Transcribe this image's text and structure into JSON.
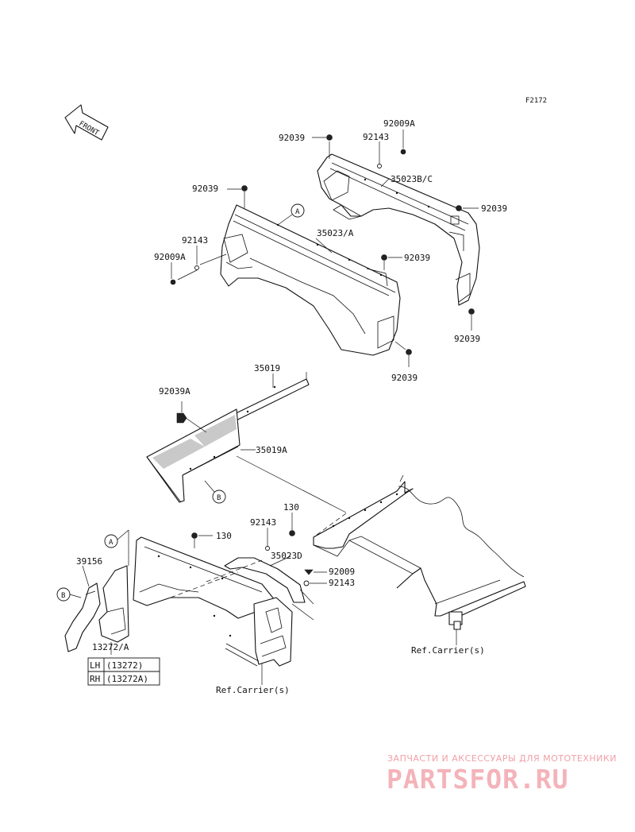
{
  "figure_code": "F2172",
  "front_label": "FRONT",
  "part_labels": {
    "p92039_top_right": "92039",
    "p92009A_top": "92009A",
    "p92143_top": "92143",
    "p35023BC": "35023B/C",
    "p92039_left": "92039",
    "p92039_right_mid": "92039",
    "p35023A": "35023/A",
    "p92143_left": "92143",
    "p92009A_left": "92009A",
    "p92039_center": "92039",
    "p92039_right_low": "92039",
    "p92039_bottom": "92039",
    "p35019": "35019",
    "p92039A": "92039A",
    "p35019A": "35019A",
    "p130_top": "130",
    "p92143_mid": "92143",
    "p130_left": "130",
    "p35023D": "35023D",
    "p39156": "39156",
    "p92009": "92009",
    "p92143_low": "92143",
    "p13272A": "13272/A"
  },
  "ref_markers": {
    "a_top": "A",
    "b_mid": "B",
    "a_low": "A",
    "b_low": "B"
  },
  "side_table": [
    {
      "side": "LH",
      "part": "(13272)"
    },
    {
      "side": "RH",
      "part": "(13272A)"
    }
  ],
  "references": {
    "carrier_right": "Ref.Carrier(s)",
    "carrier_bottom": "Ref.Carrier(s)"
  },
  "watermark": {
    "tagline": "ЗАПЧАСТИ И АКСЕССУАРЫ ДЛЯ МОТОТЕХНИКИ",
    "logo": "PARTSFOR.RU"
  },
  "colors": {
    "line": "#111111",
    "watermark": "#f4b3ba"
  }
}
